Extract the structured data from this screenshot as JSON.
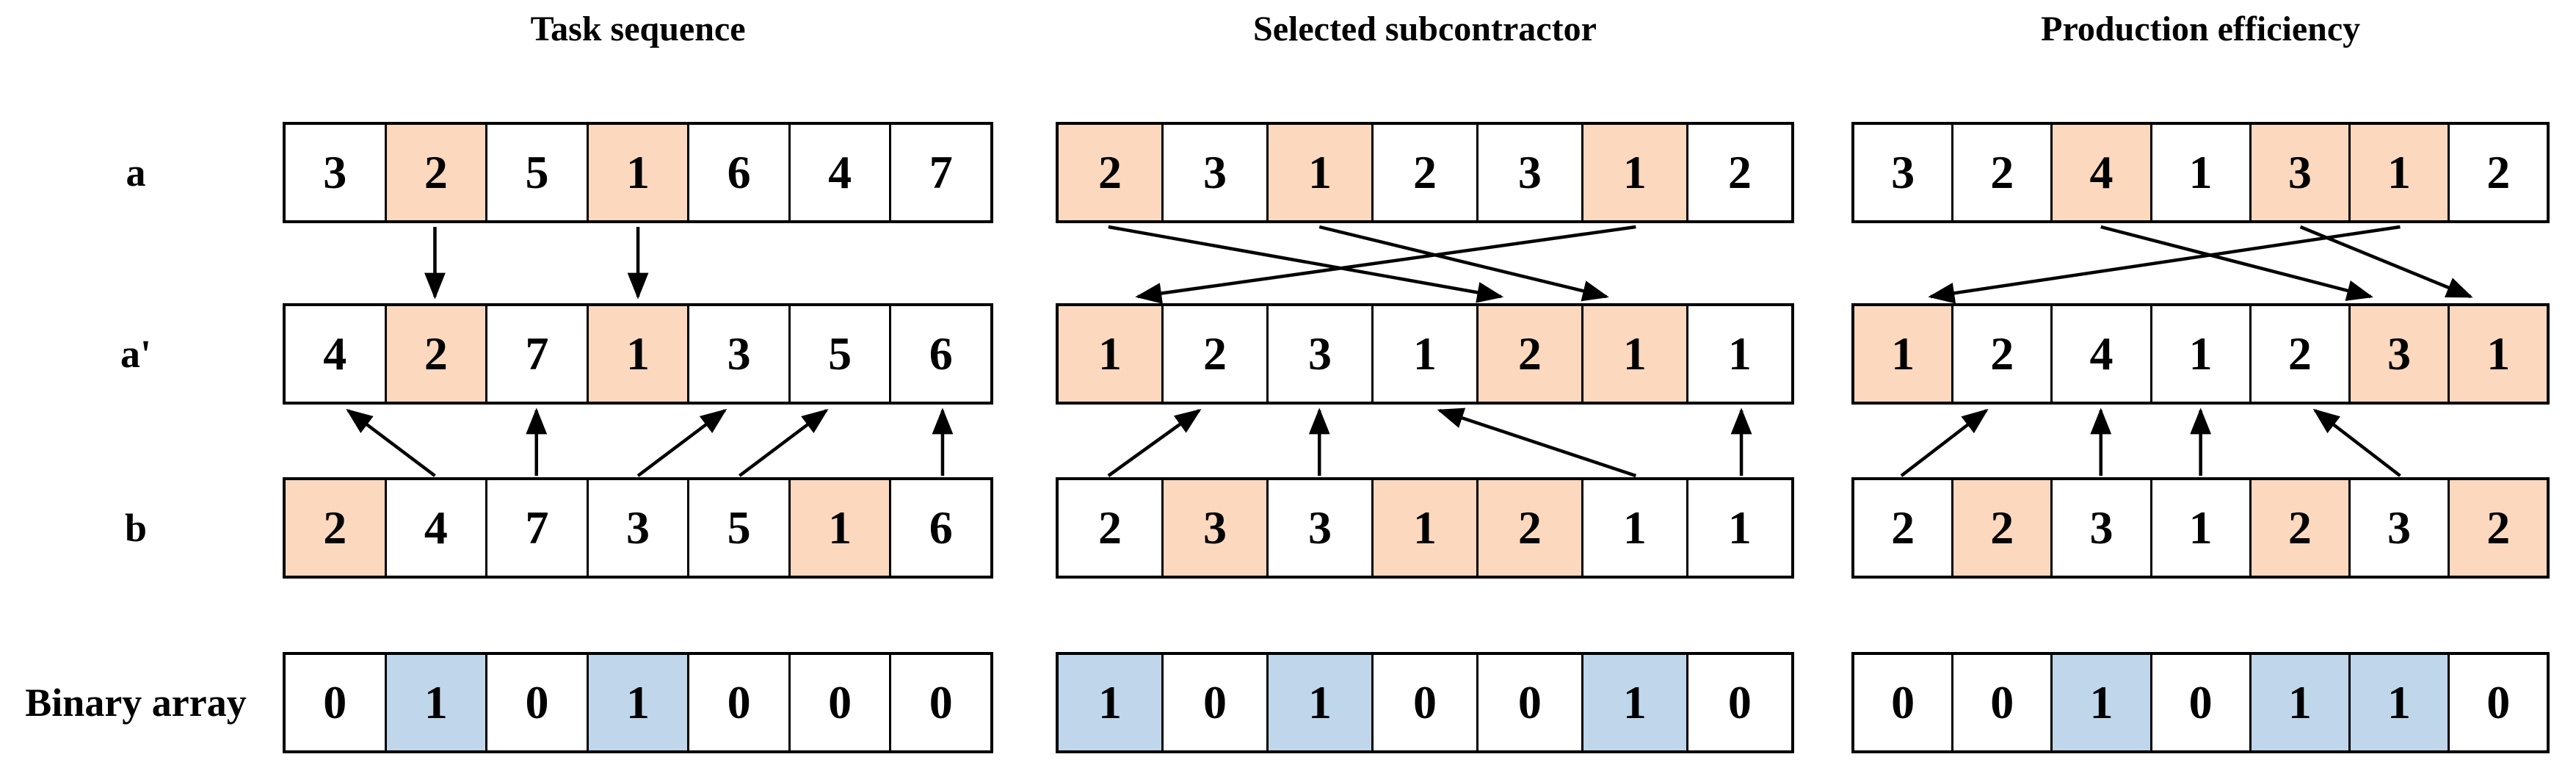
{
  "labels": {
    "row_a": "a",
    "row_a_prime": "a'",
    "row_b": "b",
    "row_binary": "Binary array"
  },
  "colors": {
    "cell_highlight_orange": "#FBD8BE",
    "binary_highlight_blue": "#BFD6EB",
    "border": "#000000",
    "arrow": "#000000"
  },
  "panels": [
    {
      "title": "Task sequence",
      "rows": {
        "a": {
          "values": [
            3,
            2,
            5,
            1,
            6,
            4,
            7
          ],
          "highlighted": [
            1,
            3
          ]
        },
        "a_prime": {
          "values": [
            4,
            2,
            7,
            1,
            3,
            5,
            6
          ],
          "highlighted": [
            1,
            3
          ]
        },
        "b": {
          "values": [
            2,
            4,
            7,
            3,
            5,
            1,
            6
          ],
          "highlighted": [
            0,
            5
          ]
        },
        "binary": {
          "values": [
            0,
            1,
            0,
            1,
            0,
            0,
            0
          ],
          "highlighted": [
            1,
            3
          ]
        }
      },
      "arrows_a_to_a_prime": [
        {
          "from": 1,
          "to": 1
        },
        {
          "from": 3,
          "to": 3
        }
      ],
      "arrows_b_to_a_prime": [
        {
          "from": 1,
          "to": 0
        },
        {
          "from": 2,
          "to": 2
        },
        {
          "from": 3,
          "to": 4
        },
        {
          "from": 4,
          "to": 5
        },
        {
          "from": 6,
          "to": 6
        }
      ]
    },
    {
      "title": "Selected subcontractor",
      "rows": {
        "a": {
          "values": [
            2,
            3,
            1,
            2,
            3,
            1,
            2
          ],
          "highlighted": [
            0,
            2,
            5
          ]
        },
        "a_prime": {
          "values": [
            1,
            2,
            3,
            1,
            2,
            1,
            1
          ],
          "highlighted": [
            0,
            4,
            5
          ]
        },
        "b": {
          "values": [
            2,
            3,
            3,
            1,
            2,
            1,
            1
          ],
          "highlighted": [
            1,
            3,
            4
          ]
        },
        "binary": {
          "values": [
            1,
            0,
            1,
            0,
            0,
            1,
            0
          ],
          "highlighted": [
            0,
            2,
            5
          ]
        }
      },
      "arrows_a_to_a_prime": [
        {
          "from": 0,
          "to": 4
        },
        {
          "from": 2,
          "to": 5
        },
        {
          "from": 5,
          "to": 0
        }
      ],
      "arrows_b_to_a_prime": [
        {
          "from": 0,
          "to": 1
        },
        {
          "from": 2,
          "to": 2
        },
        {
          "from": 5,
          "to": 3
        },
        {
          "from": 6,
          "to": 6
        }
      ]
    },
    {
      "title": "Production efficiency",
      "rows": {
        "a": {
          "values": [
            3,
            2,
            4,
            1,
            3,
            1,
            2
          ],
          "highlighted": [
            2,
            4,
            5
          ]
        },
        "a_prime": {
          "values": [
            1,
            2,
            4,
            1,
            2,
            3,
            1
          ],
          "highlighted": [
            0,
            5,
            6
          ]
        },
        "b": {
          "values": [
            2,
            2,
            3,
            1,
            2,
            3,
            2
          ],
          "highlighted": [
            1,
            4,
            6
          ]
        },
        "binary": {
          "values": [
            0,
            0,
            1,
            0,
            1,
            1,
            0
          ],
          "highlighted": [
            2,
            4,
            5
          ]
        }
      },
      "arrows_a_to_a_prime": [
        {
          "from": 2,
          "to": 5
        },
        {
          "from": 4,
          "to": 6
        },
        {
          "from": 5,
          "to": 0
        }
      ],
      "arrows_b_to_a_prime": [
        {
          "from": 0,
          "to": 1
        },
        {
          "from": 2,
          "to": 2
        },
        {
          "from": 3,
          "to": 3
        },
        {
          "from": 5,
          "to": 4
        }
      ]
    }
  ]
}
